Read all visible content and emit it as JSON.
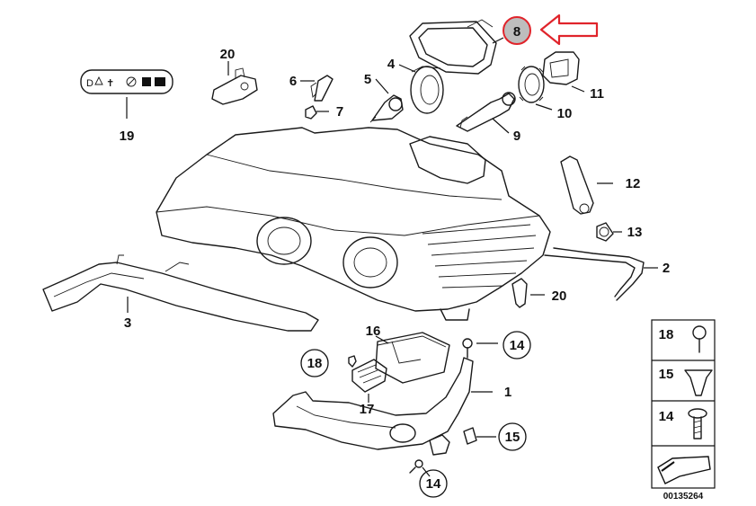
{
  "diagram": {
    "document_number": "00135264",
    "callouts": [
      {
        "id": "c8",
        "label": "8",
        "highlighted": true
      },
      {
        "id": "c20a",
        "label": "20"
      },
      {
        "id": "c6",
        "label": "6"
      },
      {
        "id": "c7",
        "label": "7"
      },
      {
        "id": "c4",
        "label": "4"
      },
      {
        "id": "c5",
        "label": "5"
      },
      {
        "id": "c11",
        "label": "11"
      },
      {
        "id": "c10",
        "label": "10"
      },
      {
        "id": "c9",
        "label": "9"
      },
      {
        "id": "c19",
        "label": "19"
      },
      {
        "id": "c12",
        "label": "12"
      },
      {
        "id": "c13",
        "label": "13"
      },
      {
        "id": "c2",
        "label": "2"
      },
      {
        "id": "c20b",
        "label": "20"
      },
      {
        "id": "c3",
        "label": "3"
      },
      {
        "id": "c16",
        "label": "16"
      },
      {
        "id": "c14a",
        "label": "14",
        "circled": true
      },
      {
        "id": "c18a",
        "label": "18",
        "circled": true
      },
      {
        "id": "c1",
        "label": "1"
      },
      {
        "id": "c17",
        "label": "17"
      },
      {
        "id": "c15a",
        "label": "15",
        "circled": true
      },
      {
        "id": "c14b",
        "label": "14",
        "circled": true
      }
    ],
    "legend": [
      {
        "label": "18"
      },
      {
        "label": "15"
      },
      {
        "label": "14"
      }
    ],
    "colors": {
      "highlight": "#e0242b",
      "line": "#1a1a1a",
      "highlight_fill": "#bdbdbd"
    }
  }
}
